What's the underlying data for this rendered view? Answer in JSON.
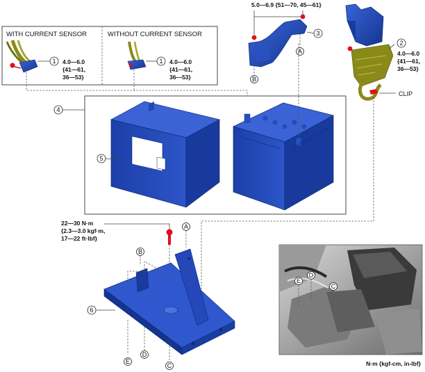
{
  "inset": {
    "with_sensor": "WITH CURRENT SENSOR",
    "without_sensor": "WITHOUT CURRENT SENSOR"
  },
  "torque": {
    "a_l1": "4.0—6.0",
    "a_l2": "{41—61,",
    "a_l3": "36—53}",
    "b_l1": "4.0—6.0",
    "b_l2": "{41—61,",
    "b_l3": "36—53}",
    "c": "5.0—6.9 {51—70, 45—61}",
    "d_l1": "4.0—6.0",
    "d_l2": "{41—61,",
    "d_l3": "36—53}",
    "e_l1": "22—30 N·m",
    "e_l2": "{2.3—3.0 kgf·m,",
    "e_l3": "17—22 ft·lbf}"
  },
  "callouts": {
    "n1": "1",
    "n2": "2",
    "n3": "3",
    "n4": "4",
    "n5": "5",
    "n6": "6"
  },
  "letters": {
    "a": "A",
    "b": "B",
    "c": "C",
    "d": "D",
    "e": "E"
  },
  "clip": "CLIP",
  "unit_note": "N·m {kgf-cm, in-lbf}",
  "colors": {
    "part_blue": "#1f49c0",
    "part_dark": "#0f2a7a",
    "harness": "#8a8a1a",
    "bolt_red": "#e0101a"
  }
}
